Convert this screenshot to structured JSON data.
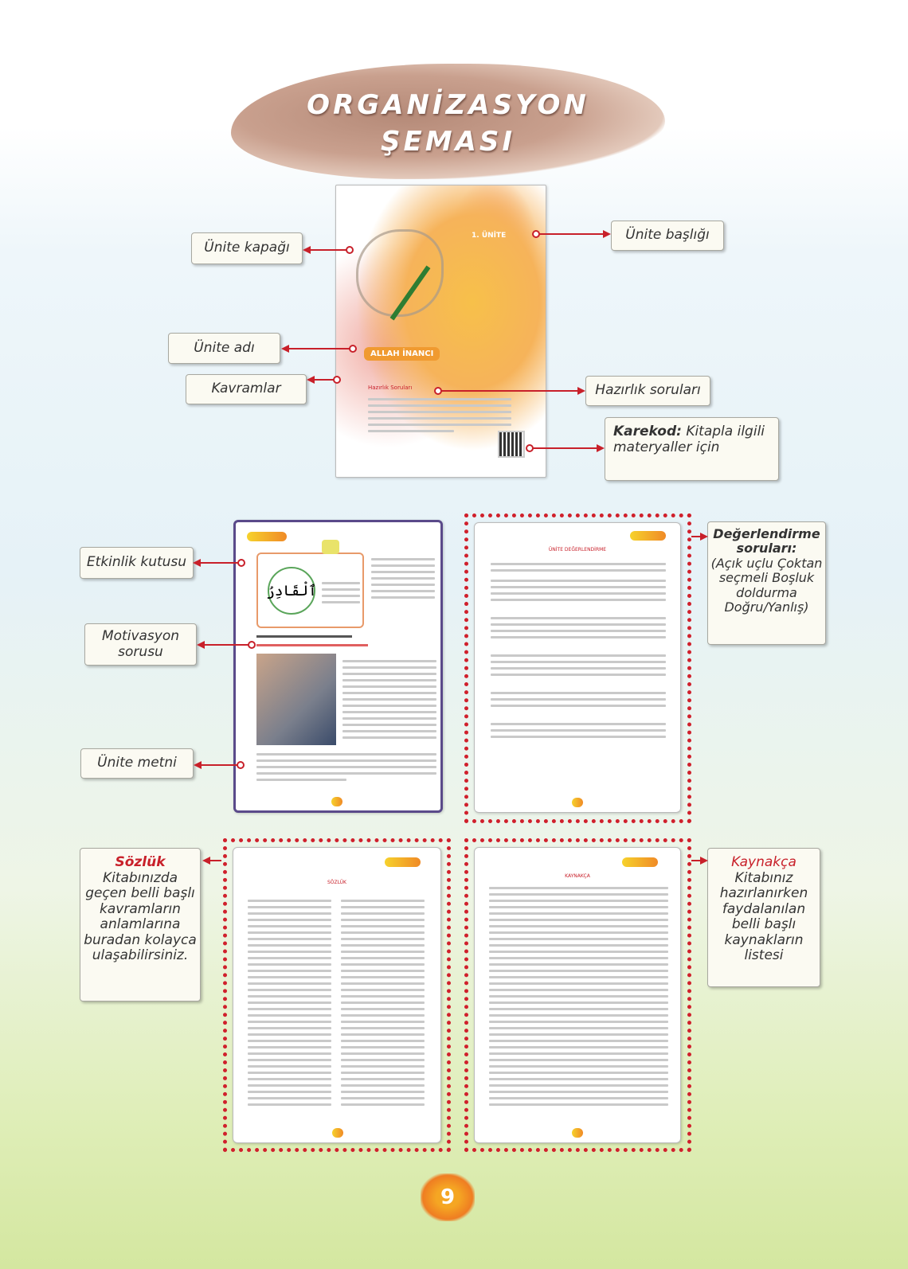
{
  "title": {
    "line1": "ORGANİZASYON",
    "line2": "ŞEMASI"
  },
  "cover": {
    "unit_tag": "1. ÜNİTE",
    "unit_name": "ALLAH İNANCI",
    "questions_heading": "Hazırlık Soruları"
  },
  "labels": {
    "unite_kapagi": "Ünite kapağı",
    "unite_basligi": "Ünite başlığı",
    "unite_adi": "Ünite adı",
    "kavramlar": "Kavramlar",
    "hazirlik_sorulari": "Hazırlık soruları",
    "karekod_bold": "Karekod:",
    "karekod_text": "Kitapla ilgili materyaller için",
    "etkinlik_kutusu": "Etkinlik kutusu",
    "motivasyon_sorusu": "Motivasyon sorusu",
    "unite_metni": "Ünite metni",
    "degerlendirme_title": "Değerlendirme soruları:",
    "degerlendirme_text": "(Açık uçlu Çoktan seçmeli Boşluk doldurma Doğru/Yanlış)",
    "sozluk_title": "Sözlük",
    "sozluk_text": "Kitabınızda geçen belli başlı kavramların anlamlarına buradan kolayca ulaşabilirsiniz.",
    "kaynakca_title": "Kaynakça",
    "kaynakca_text": "Kitabınız hazırlanırken faydalanılan belli başlı kaynakların listesi"
  },
  "pages": {
    "activity_arabic": "ٱلْقَادِرُ",
    "eval_heading": "ÜNİTE DEĞERLENDİRME",
    "sozluk_heading": "SÖZLÜK",
    "kaynakca_heading": "KAYNAKÇA"
  },
  "page_number": "9",
  "colors": {
    "accent": "#c8202a",
    "frame_purple": "#5a4a8a",
    "orange": "#f08a26"
  }
}
